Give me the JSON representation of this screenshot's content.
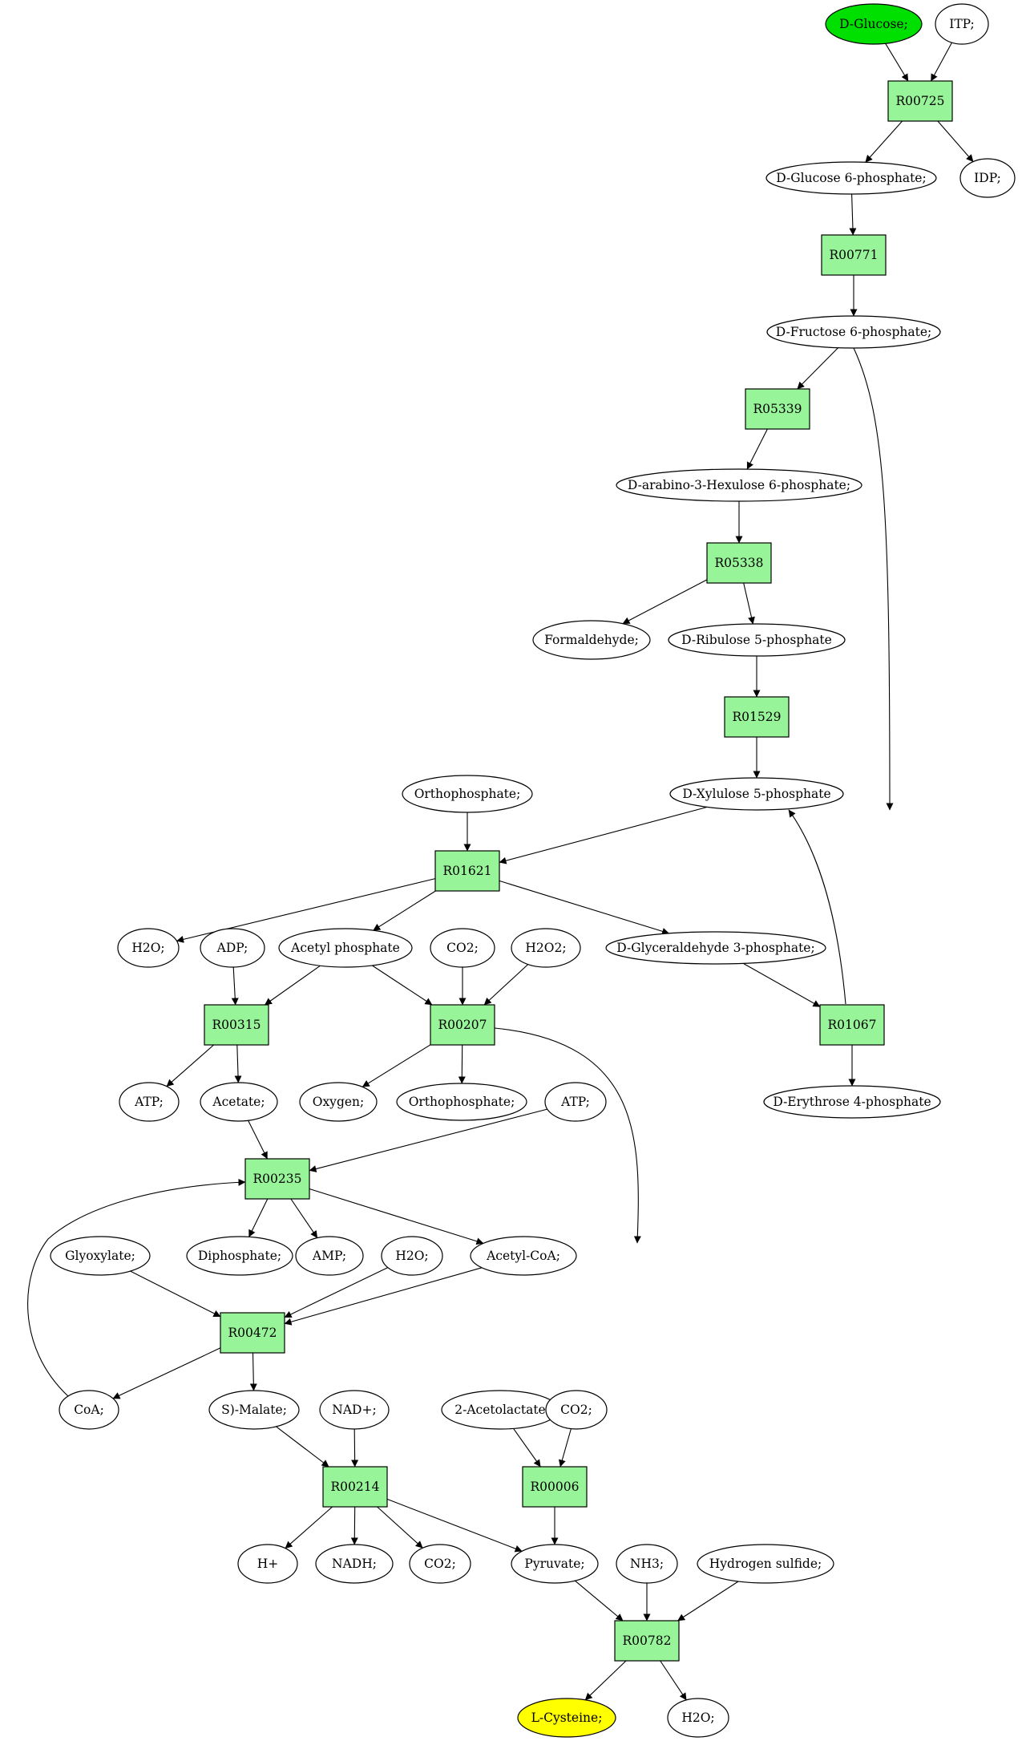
{
  "colors": {
    "reaction_fill": "#98f498",
    "start_fill": "#00e000",
    "end_fill": "#ffff00",
    "compound_fill": "#ffffff",
    "stroke": "#000000"
  },
  "nodes": [
    {
      "id": "c_dglucose",
      "kind": "compound",
      "label": "D-Glucose;",
      "role": "start"
    },
    {
      "id": "c_itp",
      "kind": "compound",
      "label": "ITP;"
    },
    {
      "id": "r_r00725",
      "kind": "reaction",
      "label": "R00725"
    },
    {
      "id": "c_g6p",
      "kind": "compound",
      "label": "D-Glucose 6-phosphate;"
    },
    {
      "id": "c_idp",
      "kind": "compound",
      "label": "IDP;"
    },
    {
      "id": "r_r00771",
      "kind": "reaction",
      "label": "R00771"
    },
    {
      "id": "c_f6p",
      "kind": "compound",
      "label": "D-Fructose 6-phosphate;"
    },
    {
      "id": "r_r05339",
      "kind": "reaction",
      "label": "R05339"
    },
    {
      "id": "c_hexulose",
      "kind": "compound",
      "label": "D-arabino-3-Hexulose 6-phosphate;"
    },
    {
      "id": "r_r05338",
      "kind": "reaction",
      "label": "R05338"
    },
    {
      "id": "c_formaldehyde",
      "kind": "compound",
      "label": "Formaldehyde;"
    },
    {
      "id": "c_ribulose",
      "kind": "compound",
      "label": "D-Ribulose 5-phosphate"
    },
    {
      "id": "r_r01529",
      "kind": "reaction",
      "label": "R01529"
    },
    {
      "id": "c_xylulose",
      "kind": "compound",
      "label": "D-Xylulose 5-phosphate"
    },
    {
      "id": "c_orthophosphate1",
      "kind": "compound",
      "label": "Orthophosphate;"
    },
    {
      "id": "r_r01621",
      "kind": "reaction",
      "label": "R01621"
    },
    {
      "id": "c_h2o_1",
      "kind": "compound",
      "label": "H2O;"
    },
    {
      "id": "c_adp",
      "kind": "compound",
      "label": "ADP;"
    },
    {
      "id": "c_acetylp",
      "kind": "compound",
      "label": "Acetyl phosphate"
    },
    {
      "id": "c_co2_1",
      "kind": "compound",
      "label": "CO2;"
    },
    {
      "id": "c_h2o2",
      "kind": "compound",
      "label": "H2O2;"
    },
    {
      "id": "c_gap",
      "kind": "compound",
      "label": "D-Glyceraldehyde 3-phosphate;"
    },
    {
      "id": "r_r00315",
      "kind": "reaction",
      "label": "R00315"
    },
    {
      "id": "r_r00207",
      "kind": "reaction",
      "label": "R00207"
    },
    {
      "id": "r_r01067",
      "kind": "reaction",
      "label": "R01067"
    },
    {
      "id": "c_atp1",
      "kind": "compound",
      "label": "ATP;"
    },
    {
      "id": "c_acetate",
      "kind": "compound",
      "label": "Acetate;"
    },
    {
      "id": "c_oxygen",
      "kind": "compound",
      "label": "Oxygen;"
    },
    {
      "id": "c_orthophosphate2",
      "kind": "compound",
      "label": "Orthophosphate;"
    },
    {
      "id": "c_atp2",
      "kind": "compound",
      "label": "ATP;"
    },
    {
      "id": "c_e4p",
      "kind": "compound",
      "label": "D-Erythrose 4-phosphate"
    },
    {
      "id": "r_r00235",
      "kind": "reaction",
      "label": "R00235"
    },
    {
      "id": "c_glyoxylate",
      "kind": "compound",
      "label": "Glyoxylate;"
    },
    {
      "id": "c_diphosphate",
      "kind": "compound",
      "label": "Diphosphate;"
    },
    {
      "id": "c_amp",
      "kind": "compound",
      "label": "AMP;"
    },
    {
      "id": "c_h2o_2",
      "kind": "compound",
      "label": "H2O;"
    },
    {
      "id": "c_acetylcoa",
      "kind": "compound",
      "label": "Acetyl-CoA;"
    },
    {
      "id": "r_r00472",
      "kind": "reaction",
      "label": "R00472"
    },
    {
      "id": "c_coa",
      "kind": "compound",
      "label": "CoA;"
    },
    {
      "id": "c_smalate",
      "kind": "compound",
      "label": "S)-Malate;"
    },
    {
      "id": "c_nadp",
      "kind": "compound",
      "label": "NAD+;"
    },
    {
      "id": "c_acetolactate",
      "kind": "compound",
      "label": "2-Acetolactate"
    },
    {
      "id": "c_co2_2",
      "kind": "compound",
      "label": "CO2;"
    },
    {
      "id": "r_r00214",
      "kind": "reaction",
      "label": "R00214"
    },
    {
      "id": "r_r00006",
      "kind": "reaction",
      "label": "R00006"
    },
    {
      "id": "c_hplus",
      "kind": "compound",
      "label": "H+"
    },
    {
      "id": "c_nadh",
      "kind": "compound",
      "label": "NADH;"
    },
    {
      "id": "c_co2_3",
      "kind": "compound",
      "label": "CO2;"
    },
    {
      "id": "c_pyruvate",
      "kind": "compound",
      "label": "Pyruvate;"
    },
    {
      "id": "c_nh3",
      "kind": "compound",
      "label": "NH3;"
    },
    {
      "id": "c_h2s",
      "kind": "compound",
      "label": "Hydrogen sulfide;"
    },
    {
      "id": "r_r00782",
      "kind": "reaction",
      "label": "R00782"
    },
    {
      "id": "c_lcysteine",
      "kind": "compound",
      "label": "L-Cysteine;",
      "role": "end"
    },
    {
      "id": "c_h2o_3",
      "kind": "compound",
      "label": "H2O;"
    }
  ],
  "edges": [
    {
      "from": "c_dglucose",
      "to": "r_r00725"
    },
    {
      "from": "c_itp",
      "to": "r_r00725"
    },
    {
      "from": "r_r00725",
      "to": "c_g6p"
    },
    {
      "from": "r_r00725",
      "to": "c_idp"
    },
    {
      "from": "c_g6p",
      "to": "r_r00771"
    },
    {
      "from": "r_r00771",
      "to": "c_f6p"
    },
    {
      "from": "c_f6p",
      "to": "r_r05339"
    },
    {
      "from": "c_f6p",
      "to": "r_r01067"
    },
    {
      "from": "r_r05339",
      "to": "c_hexulose"
    },
    {
      "from": "c_hexulose",
      "to": "r_r05338"
    },
    {
      "from": "r_r05338",
      "to": "c_formaldehyde"
    },
    {
      "from": "r_r05338",
      "to": "c_ribulose"
    },
    {
      "from": "c_ribulose",
      "to": "r_r01529"
    },
    {
      "from": "r_r01529",
      "to": "c_xylulose"
    },
    {
      "from": "c_xylulose",
      "to": "r_r01621"
    },
    {
      "from": "c_orthophosphate1",
      "to": "r_r01621"
    },
    {
      "from": "r_r01621",
      "to": "c_h2o_1"
    },
    {
      "from": "r_r01621",
      "to": "c_acetylp"
    },
    {
      "from": "r_r01621",
      "to": "c_gap"
    },
    {
      "from": "c_adp",
      "to": "r_r00315"
    },
    {
      "from": "c_acetylp",
      "to": "r_r00315"
    },
    {
      "from": "c_acetylp",
      "to": "r_r00207"
    },
    {
      "from": "c_co2_1",
      "to": "r_r00207"
    },
    {
      "from": "c_h2o2",
      "to": "r_r00207"
    },
    {
      "from": "c_gap",
      "to": "r_r01067"
    },
    {
      "from": "r_r01067",
      "to": "c_xylulose"
    },
    {
      "from": "r_r01067",
      "to": "c_e4p"
    },
    {
      "from": "r_r00315",
      "to": "c_atp1"
    },
    {
      "from": "r_r00315",
      "to": "c_acetate"
    },
    {
      "from": "r_r00207",
      "to": "c_oxygen"
    },
    {
      "from": "r_r00207",
      "to": "c_orthophosphate2"
    },
    {
      "from": "r_r00207",
      "to": "c_pyruvate"
    },
    {
      "from": "c_acetate",
      "to": "r_r00235"
    },
    {
      "from": "c_atp2",
      "to": "r_r00235"
    },
    {
      "from": "c_coa",
      "to": "r_r00235"
    },
    {
      "from": "r_r00235",
      "to": "c_diphosphate"
    },
    {
      "from": "r_r00235",
      "to": "c_amp"
    },
    {
      "from": "r_r00235",
      "to": "c_acetylcoa"
    },
    {
      "from": "c_glyoxylate",
      "to": "r_r00472"
    },
    {
      "from": "c_h2o_2",
      "to": "r_r00472"
    },
    {
      "from": "c_acetylcoa",
      "to": "r_r00472"
    },
    {
      "from": "r_r00472",
      "to": "c_coa"
    },
    {
      "from": "r_r00472",
      "to": "c_smalate"
    },
    {
      "from": "c_smalate",
      "to": "r_r00214"
    },
    {
      "from": "c_nadp",
      "to": "r_r00214"
    },
    {
      "from": "c_acetolactate",
      "to": "r_r00006"
    },
    {
      "from": "c_co2_2",
      "to": "r_r00006"
    },
    {
      "from": "r_r00214",
      "to": "c_hplus"
    },
    {
      "from": "r_r00214",
      "to": "c_nadh"
    },
    {
      "from": "r_r00214",
      "to": "c_co2_3"
    },
    {
      "from": "r_r00214",
      "to": "c_pyruvate"
    },
    {
      "from": "r_r00006",
      "to": "c_pyruvate"
    },
    {
      "from": "c_pyruvate",
      "to": "r_r00782"
    },
    {
      "from": "c_nh3",
      "to": "r_r00782"
    },
    {
      "from": "c_h2s",
      "to": "r_r00782"
    },
    {
      "from": "r_r00782",
      "to": "c_lcysteine"
    },
    {
      "from": "r_r00782",
      "to": "c_h2o_3"
    }
  ]
}
